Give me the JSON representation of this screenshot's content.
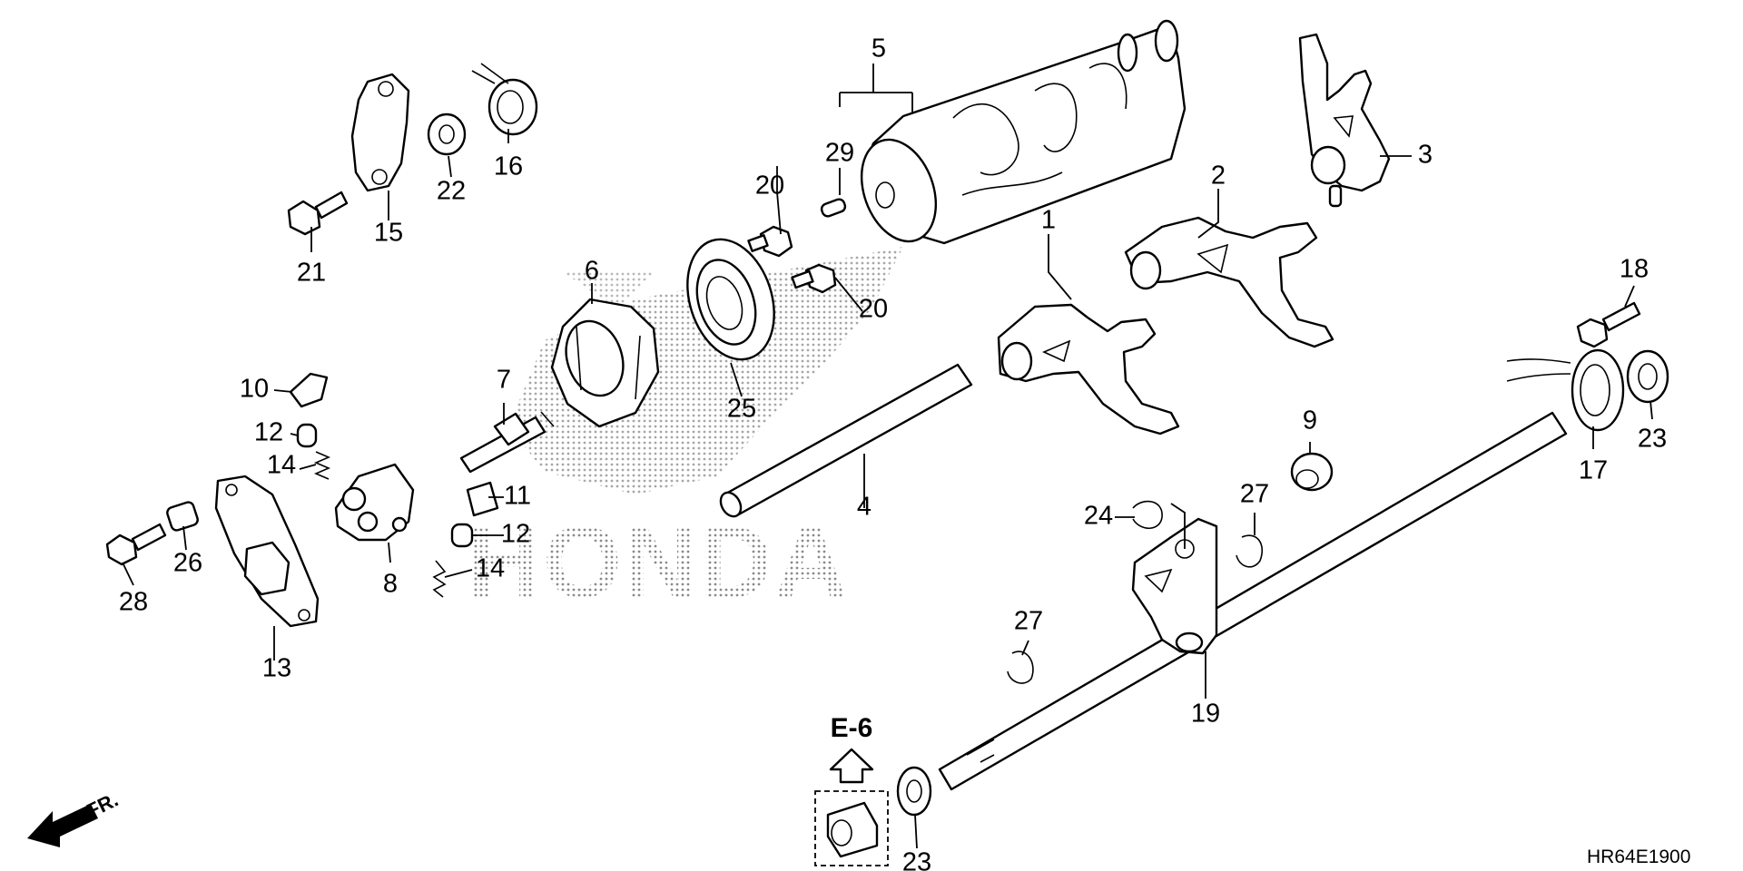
{
  "diagram": {
    "drawing_code": "HR64E1900",
    "direction_label": "FR.",
    "watermark": "HONDA",
    "reference": {
      "label": "E-6"
    },
    "callouts": [
      {
        "id": "c1",
        "text": "1"
      },
      {
        "id": "c2",
        "text": "2"
      },
      {
        "id": "c3",
        "text": "3"
      },
      {
        "id": "c4",
        "text": "4"
      },
      {
        "id": "c5",
        "text": "5"
      },
      {
        "id": "c6",
        "text": "6"
      },
      {
        "id": "c7",
        "text": "7"
      },
      {
        "id": "c8",
        "text": "8"
      },
      {
        "id": "c9",
        "text": "9"
      },
      {
        "id": "c10",
        "text": "10"
      },
      {
        "id": "c11",
        "text": "11"
      },
      {
        "id": "c12a",
        "text": "12"
      },
      {
        "id": "c12b",
        "text": "12"
      },
      {
        "id": "c13",
        "text": "13"
      },
      {
        "id": "c14a",
        "text": "14"
      },
      {
        "id": "c14b",
        "text": "14"
      },
      {
        "id": "c15",
        "text": "15"
      },
      {
        "id": "c16",
        "text": "16"
      },
      {
        "id": "c17",
        "text": "17"
      },
      {
        "id": "c18",
        "text": "18"
      },
      {
        "id": "c19",
        "text": "19"
      },
      {
        "id": "c20a",
        "text": "20"
      },
      {
        "id": "c20b",
        "text": "20"
      },
      {
        "id": "c21",
        "text": "21"
      },
      {
        "id": "c22",
        "text": "22"
      },
      {
        "id": "c23a",
        "text": "23"
      },
      {
        "id": "c23b",
        "text": "23"
      },
      {
        "id": "c24",
        "text": "24"
      },
      {
        "id": "c25",
        "text": "25"
      },
      {
        "id": "c26",
        "text": "26"
      },
      {
        "id": "c27a",
        "text": "27"
      },
      {
        "id": "c27b",
        "text": "27"
      },
      {
        "id": "c28",
        "text": "28"
      },
      {
        "id": "c29",
        "text": "29"
      }
    ]
  }
}
